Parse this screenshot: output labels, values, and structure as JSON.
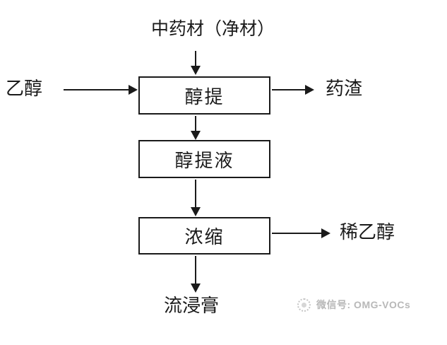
{
  "flowchart": {
    "source_label": "中药材（净材）",
    "left_input_label": "乙醇",
    "box_extract_label": "醇提",
    "right_output_residue_label": "药渣",
    "box_extract_liquid_label": "醇提液",
    "box_concentrate_label": "浓缩",
    "right_output_dilute_ethanol_label": "稀乙醇",
    "final_product_label": "流浸膏"
  },
  "watermark": {
    "wechat_label": "微信号: OMG-VOCs"
  },
  "colors": {
    "line": "#1a1a1a",
    "watermark_gray": "#b8b8b8",
    "background": "#ffffff"
  }
}
